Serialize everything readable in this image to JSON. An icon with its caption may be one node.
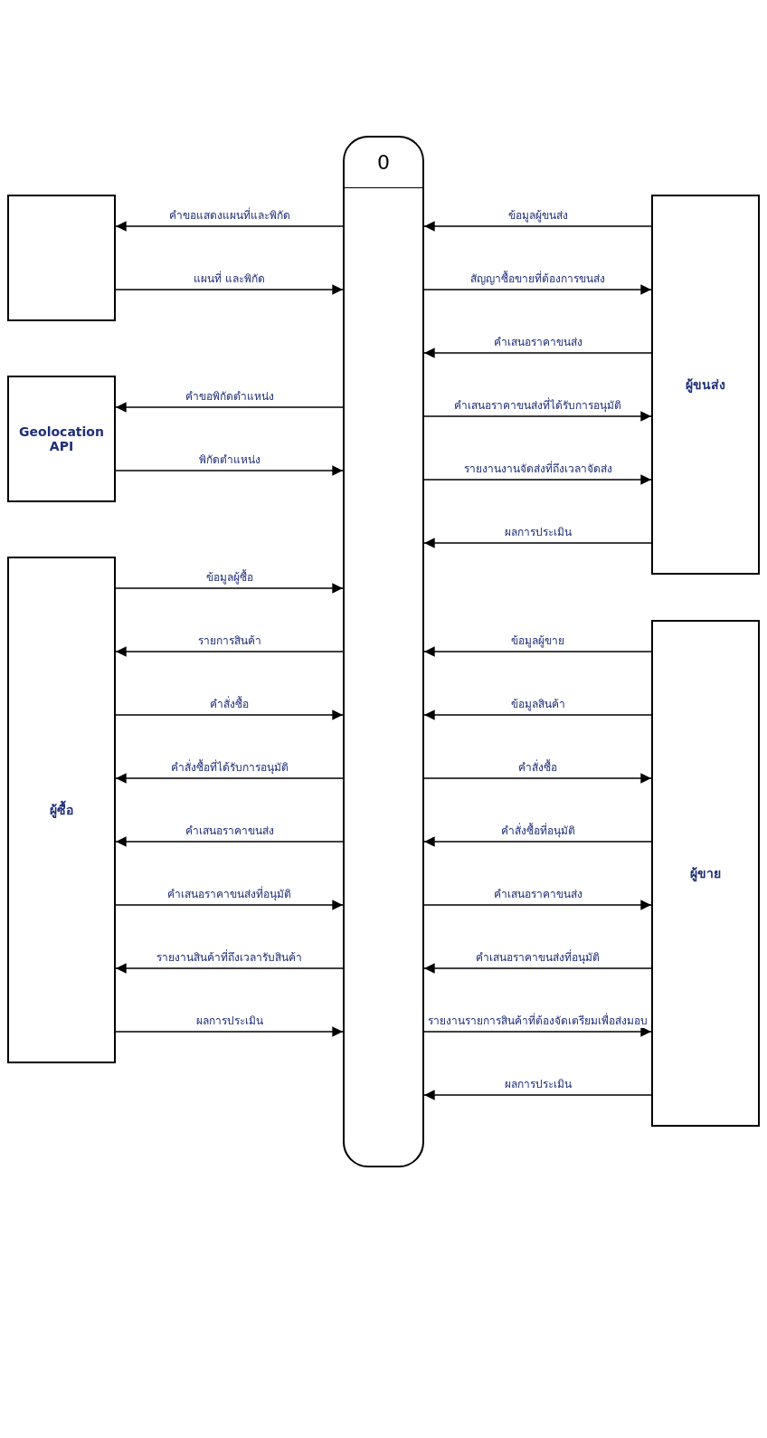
{
  "diagram": {
    "nodes": [
      {
        "text": [],
        "shape": "box"
      },
      {
        "text": [
          "Geolocation API"
        ]
      },
      {
        "text": [
          "ผู้ขนส่ง"
        ]
      },
      {
        "text": [
          "0"
        ]
      },
      {
        "text": [
          "ผู้ซื้อ"
        ]
      },
      {
        "text": [
          "ผู้ขาย"
        ]
      }
    ],
    "edges": [
      {
        "from": 3,
        "to": 0,
        "arrow": "to",
        "label": "คำขอแสดงแผนที่และพิกัด"
      },
      {
        "from": 0,
        "to": 3,
        "arrow": "to",
        "label": "แผนที่ และพิกัด"
      },
      {
        "from": 3,
        "to": 1,
        "arrow": "to",
        "label": "คำขอพิกัดตำแหน่ง"
      },
      {
        "from": 1,
        "to": 3,
        "arrow": "to",
        "label": "พิกัดตำแหน่ง"
      },
      {
        "from": 2,
        "to": 3,
        "arrow": "to",
        "label": "ข้อมูลผู้ขนส่ง"
      },
      {
        "from": 3,
        "to": 2,
        "arrow": "to",
        "label": "สัญญาซื้อขายที่ต้องการขนส่ง"
      },
      {
        "from": 2,
        "to": 3,
        "arrow": "to",
        "label": "คำเสนอราคาขนส่ง"
      },
      {
        "from": 3,
        "to": 2,
        "arrow": "to",
        "label": "คำเสนอราคาขนส่งที่ได้รับการอนุมัติ"
      },
      {
        "from": 3,
        "to": 2,
        "arrow": "to",
        "label": "รายงานงานจัดส่งที่ถึงเวลาจัดส่ง"
      },
      {
        "from": 2,
        "to": 3,
        "arrow": "to",
        "label": "ผลการประเมิน"
      },
      {
        "from": 4,
        "to": 3,
        "arrow": "to",
        "label": "ข้อมูลผู้ซื้อ"
      },
      {
        "from": 3,
        "to": 4,
        "arrow": "to",
        "label": "รายการสินค้า"
      },
      {
        "from": 4,
        "to": 3,
        "arrow": "to",
        "label": "คำสั่งซื้อ"
      },
      {
        "from": 3,
        "to": 4,
        "arrow": "to",
        "label": "คำสั่งซื้อที่ได้รับการอนุมัติ"
      },
      {
        "from": 3,
        "to": 4,
        "arrow": "to",
        "label": "คำเสนอราคาขนส่ง"
      },
      {
        "from": 4,
        "to": 3,
        "arrow": "to",
        "label": "คำเสนอราคาขนส่งที่อนุมัติ"
      },
      {
        "from": 3,
        "to": 4,
        "arrow": "to",
        "label": "รายงานสินค้าที่ถึงเวลารับสินค้า"
      },
      {
        "from": 4,
        "to": 3,
        "arrow": "to",
        "label": "ผลการประเมิน"
      },
      {
        "from": 5,
        "to": 3,
        "arrow": "to",
        "label": "ข้อมูลผู้ขาย"
      },
      {
        "from": 5,
        "to": 3,
        "arrow": "to",
        "label": "ข้อมูลสินค้า"
      },
      {
        "from": 3,
        "to": 5,
        "arrow": "to",
        "label": "คำสั่งซื้อ"
      },
      {
        "from": 5,
        "to": 3,
        "arrow": "to",
        "label": "คำสั่งซื้อที่อนุมัติ"
      },
      {
        "from": 3,
        "to": 5,
        "arrow": "to",
        "label": "คำเสนอราคาขนส่ง"
      },
      {
        "from": 5,
        "to": 3,
        "arrow": "to",
        "label": "คำเสนอราคาขนส่งที่อนุมัติ"
      },
      {
        "from": 3,
        "to": 5,
        "arrow": "to",
        "label": "รายงานรายการสินค้าที่ต้องจัดเตรียมเพื่อส่งมอบ"
      },
      {
        "from": 5,
        "to": 3,
        "arrow": "to",
        "label": "ผลการประเมิน"
      }
    ]
  }
}
